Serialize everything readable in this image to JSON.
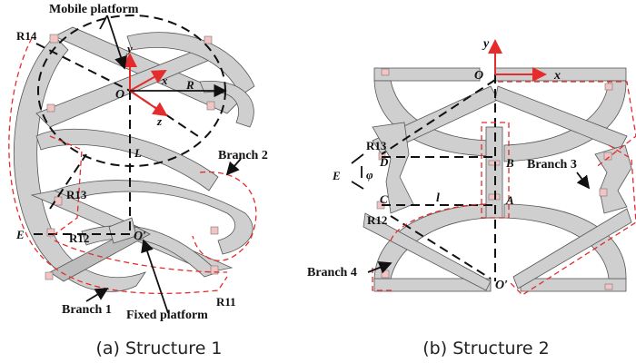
{
  "figure": {
    "panel_a": {
      "caption": "(a) Structure 1",
      "labels": {
        "mobile_platform": "Mobile platform",
        "fixed_platform": "Fixed platform",
        "branch1": "Branch 1",
        "branch2": "Branch 2",
        "r14": "R14",
        "r13": "R13",
        "r12": "R12",
        "r11": "R11",
        "origin": "O",
        "origin_prime": "O′",
        "axis_x": "x",
        "axis_y": "y",
        "axis_z": "z",
        "radius": "R",
        "length": "L",
        "point_e": "E"
      }
    },
    "panel_b": {
      "caption": "(b) Structure 2",
      "labels": {
        "branch3": "Branch 3",
        "branch4": "Branch 4",
        "r13": "R13",
        "r12": "R12",
        "origin": "O",
        "origin_prime": "O′",
        "axis_x": "x",
        "axis_y": "y",
        "point_a": "A",
        "point_b": "B",
        "point_c": "C",
        "point_d": "D",
        "point_e": "E",
        "angle": "φ",
        "length": "l"
      }
    },
    "colors": {
      "axis_red": "#e52b2b",
      "link_gray": "#cfcfcf",
      "joint_pink": "#f2c4c4",
      "outline_red": "#e52b2b"
    }
  }
}
